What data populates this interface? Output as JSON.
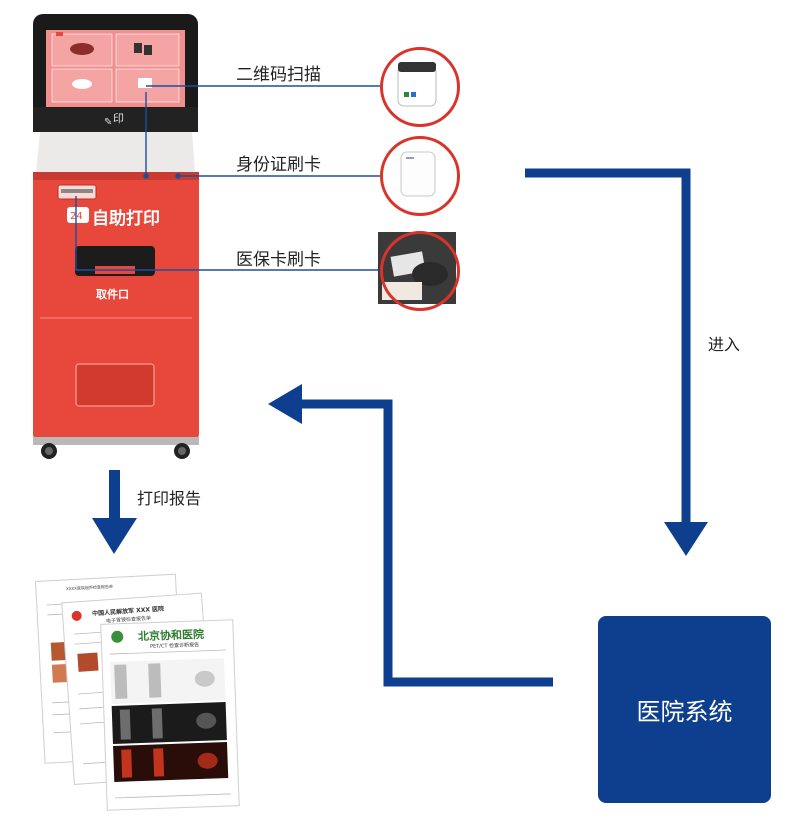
{
  "labels": {
    "qr_scan": "二维码扫描",
    "id_card": "身份证刷卡",
    "medical_card": "医保卡刷卡",
    "enter": "进入",
    "print_report": "打印报告",
    "hospital_system": "医院系统"
  },
  "kiosk": {
    "brand": "自助打印",
    "pickup_slot": "取件口",
    "screen_logo": "印"
  },
  "reports": {
    "back_title": "XXXX医院超声检查报告单",
    "mid_hospital": "中国人民解放军 XXX 医院",
    "mid_subtitle": "电子胃镜检查报告单",
    "front_hospital": "北京协和医院",
    "front_subtitle": "PET/CT 检查诊断报告"
  },
  "colors": {
    "arrow_blue": "#0e3f8e",
    "kiosk_red": "#e8483b",
    "line_blue": "#1d4e9e"
  }
}
